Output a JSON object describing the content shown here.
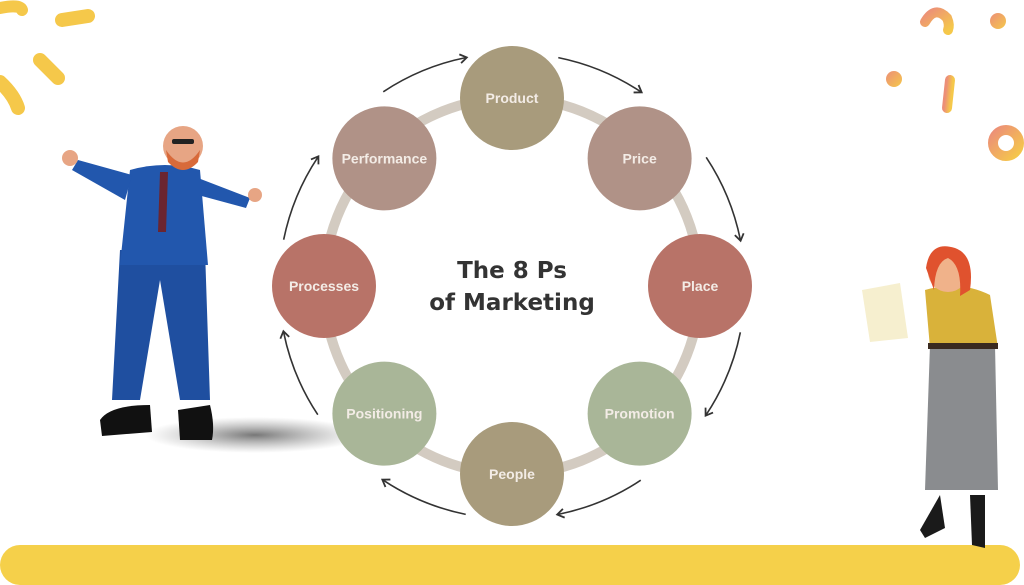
{
  "diagram": {
    "title_line1": "The 8 Ps",
    "title_line2": "of Marketing",
    "nodes": [
      {
        "label": "Product",
        "color": "#a89b7c"
      },
      {
        "label": "Price",
        "color": "#b09287"
      },
      {
        "label": "Place",
        "color": "#b87368"
      },
      {
        "label": "Promotion",
        "color": "#a9b698"
      },
      {
        "label": "People",
        "color": "#a89b7c"
      },
      {
        "label": "Positioning",
        "color": "#a9b698"
      },
      {
        "label": "Processes",
        "color": "#b87368"
      },
      {
        "label": "Performance",
        "color": "#b09287"
      }
    ],
    "ring_color": "#d3cbc1",
    "arrow_color": "#333333",
    "accent_yellow": "#f5d04a",
    "accent_orange": "#ec8f78"
  }
}
